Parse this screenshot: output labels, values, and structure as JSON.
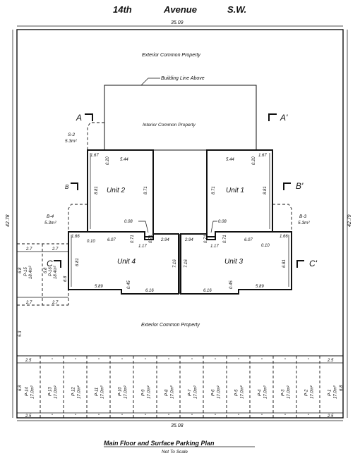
{
  "header": {
    "street_number": "14th",
    "street_name": "Avenue",
    "street_quadrant": "S.W."
  },
  "dims": {
    "top": "35.09",
    "bottom": "35.08",
    "left": "42.78",
    "right": "42.79"
  },
  "areas": {
    "common_top": "Exterior Common Property",
    "common_bottom": "Exterior Common Property",
    "interior": "Interior Common Property",
    "building_line": "Building Line Above"
  },
  "sections": {
    "a": "A",
    "a_prime": "A'",
    "b": "B",
    "b_prime": "B'",
    "c": "C",
    "c_prime": "C'"
  },
  "units": {
    "u1": "Unit 1",
    "u2": "Unit 2",
    "u3": "Unit 3",
    "u4": "Unit 4",
    "u2_w": "5.44",
    "u2_h": "8.71",
    "u2_l": "8.81",
    "u2_a": "1.67",
    "u2_b": "0.20",
    "u1_w": "5.44",
    "u1_h": "8.71",
    "u1_r": "8.81",
    "u1_a": "1.67",
    "u1_b": "0.20",
    "u4_top": "6.07",
    "u4_a": "1.66",
    "u4_b": "0.10",
    "u4_l": "6.81",
    "u4_bot": "5.89",
    "u4_c": "0.45",
    "u4_d": "6.16",
    "u4_e": "2.94",
    "u4_f": "0.71",
    "u4_g": "0.71",
    "u4_h": "1.17",
    "u4_i": "0.08",
    "u4_r": "7.16",
    "u3_top": "6.07",
    "u3_a": "1.66",
    "u3_b": "0.10",
    "u3_r": "6.81",
    "u3_bot": "5.89",
    "u3_c": "0.45",
    "u3_d": "6.16",
    "u3_e": "2.94",
    "u3_f": "0.71",
    "u3_g": "0.71",
    "u3_h": "1.17",
    "u3_i": "0.08",
    "u3_l": "7.16"
  },
  "storage": {
    "s2": "S-2",
    "s2_area": "5.3m²",
    "b4": "B-4",
    "b4_area": "5.3m²",
    "b3": "B-3",
    "b3_area": "5.3m²"
  },
  "left_parking": {
    "w1": "2.7",
    "w2": "2.7",
    "w3": "2.7",
    "w4": "2.7",
    "p15": "P-15",
    "p15_area": "18.4m²",
    "p15_len": "6.8",
    "p16": "P-16",
    "p16_area": "18.4m²",
    "p16_len": "6.8",
    "side": "5.3"
  },
  "parking": {
    "end_w_left_top": "2.5",
    "end_w_right_top": "2.5",
    "end_w_left_bot": "2.5",
    "end_w_right_bot": "2.5",
    "len_left": "6.8",
    "len_right": "6.8",
    "stalls": [
      {
        "label": "P-14",
        "area": "17.0m²"
      },
      {
        "label": "P-13",
        "area": "17.0m²"
      },
      {
        "label": "P-12",
        "area": "17.0m²"
      },
      {
        "label": "P-11",
        "area": "17.0m²"
      },
      {
        "label": "P-10",
        "area": "17.0m²"
      },
      {
        "label": "P-9",
        "area": "17.0m²"
      },
      {
        "label": "P-8",
        "area": "17.0m²"
      },
      {
        "label": "P-7",
        "area": "17.0m²"
      },
      {
        "label": "P-6",
        "area": "17.0m²"
      },
      {
        "label": "P-5",
        "area": "17.0m²"
      },
      {
        "label": "P-4",
        "area": "17.0m²"
      },
      {
        "label": "P-3",
        "area": "17.0m²"
      },
      {
        "label": "P-2",
        "area": "17.0m²"
      },
      {
        "label": "P-1",
        "area": "17.0m²"
      }
    ]
  },
  "footer": {
    "title": "Main Floor and Surface Parking Plan",
    "subtitle": "Not To Scale"
  }
}
